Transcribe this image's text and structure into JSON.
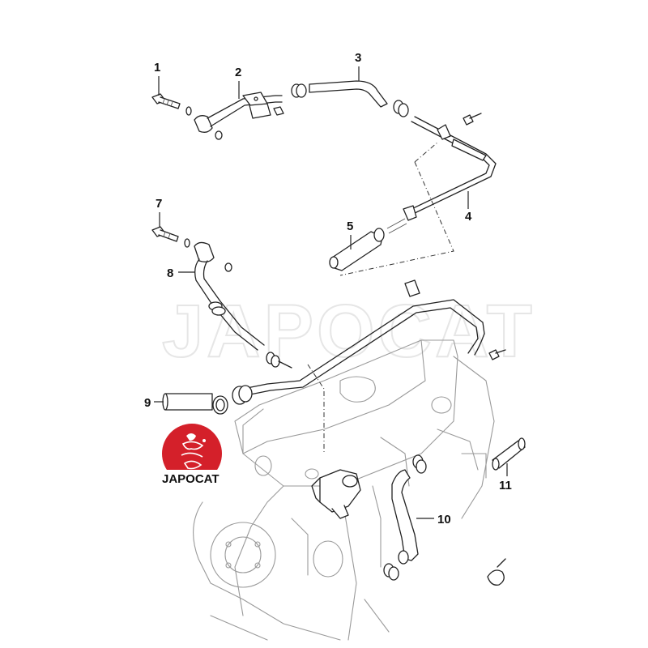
{
  "watermark_text": "JAPOCAT",
  "logo": {
    "text": "JAPOCAT",
    "color": "#d4202a"
  },
  "callouts": [
    "1",
    "2",
    "3",
    "4",
    "5",
    "7",
    "8",
    "9",
    "10",
    "11"
  ]
}
